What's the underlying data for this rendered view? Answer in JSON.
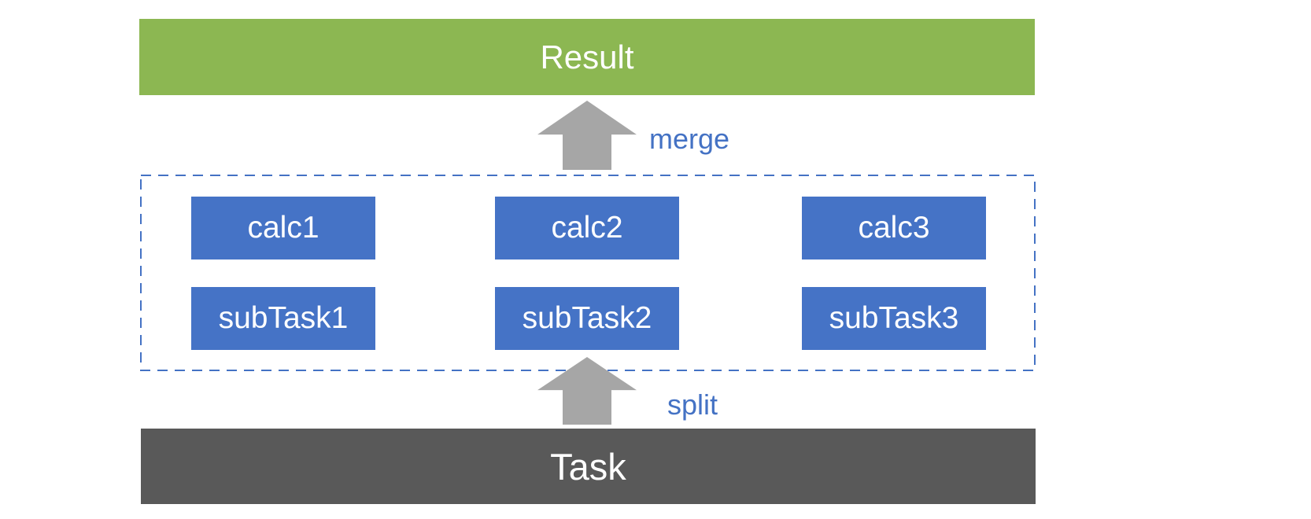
{
  "diagram": {
    "result_label": "Result",
    "merge_label": "merge",
    "split_label": "split",
    "task_label": "Task",
    "calc_nodes": [
      "calc1",
      "calc2",
      "calc3"
    ],
    "subtask_nodes": [
      "subTask1",
      "subTask2",
      "subTask3"
    ]
  },
  "colors": {
    "result-green": "#8CB752",
    "node-blue": "#4573C6",
    "accent-blue": "#4472C4",
    "arrow-gray": "#A6A6A6",
    "task-gray": "#595959",
    "text-white": "#FFFFFF",
    "background": "#FFFFFF"
  }
}
